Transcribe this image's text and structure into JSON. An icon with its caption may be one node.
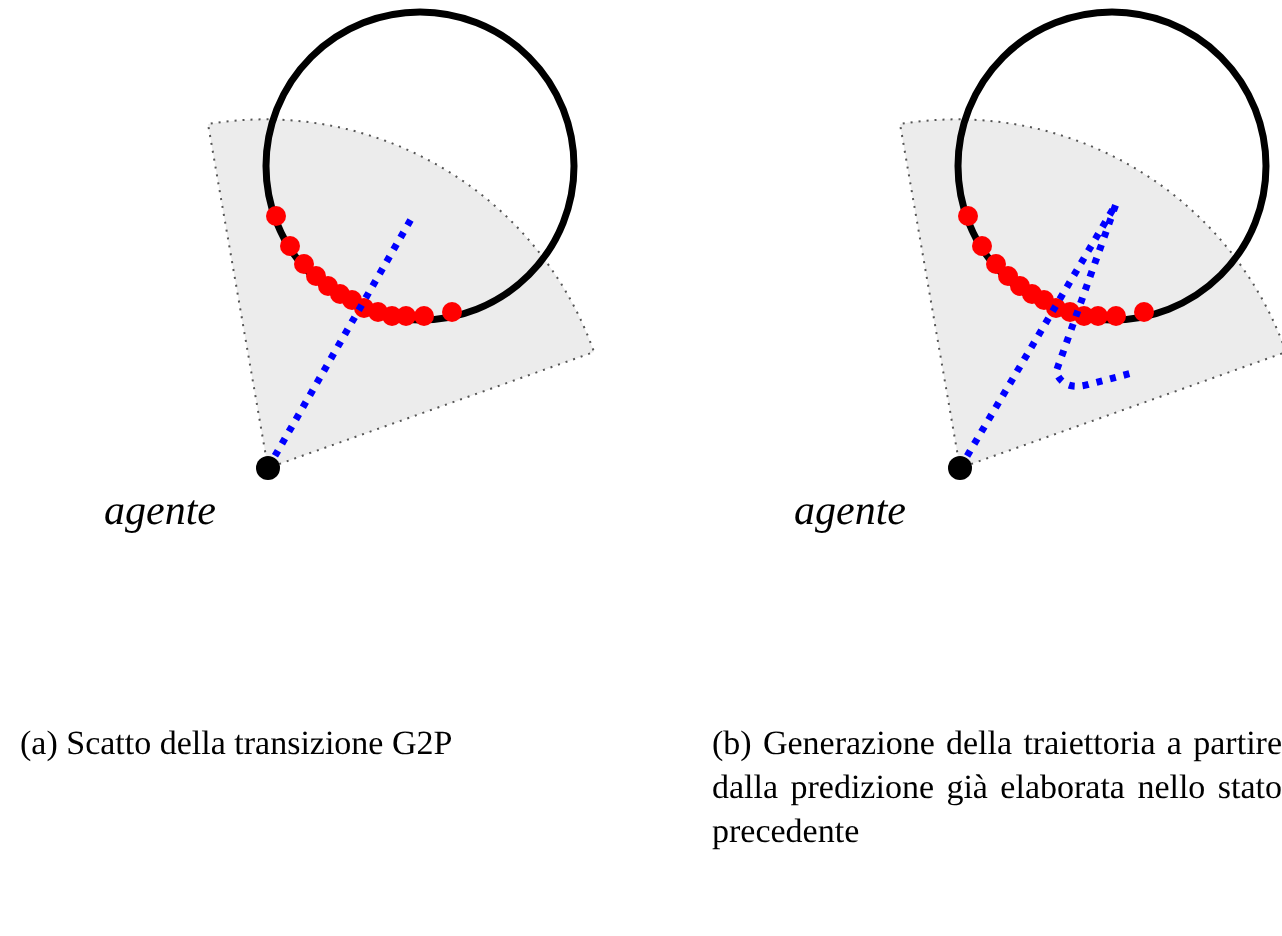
{
  "diagram": {
    "labels": [
      "agente",
      "agente",
      "(a) Scatto della transizione G2P",
      "(b) Generazione della traiettoria a partire dalla predizione già elaborata nello stato precedente"
    ]
  }
}
